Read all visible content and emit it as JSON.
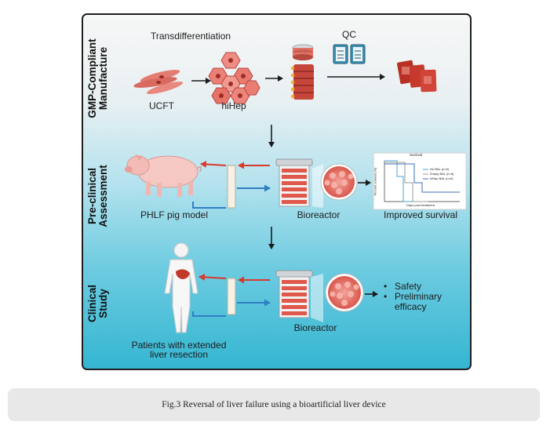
{
  "sections": {
    "manufacture": "GMP-Compliant\nManufacture",
    "preclinical": "Pre-clinical\nAssessment",
    "clinical": "Clinical\nStudy"
  },
  "labels": {
    "transdifferentiation": "Transdifferentiation",
    "qc": "QC",
    "ucft": "UCFT",
    "hihep": "hiHep",
    "pig_model": "PHLF pig model",
    "bioreactor_1": "Bioreactor",
    "improved_survival": "Improved survival",
    "bioreactor_2": "Bioreactor",
    "patients": "Patients with extended\nliver resection"
  },
  "survival_chart": {
    "title": "Survival",
    "legend": [
      "No BAL (n=6)",
      "Empty BAL (n=6)",
      "hiHep BAL (n=6)"
    ],
    "xlabel": "Days post treatment",
    "ylabel": "Percent survival (%)"
  },
  "outcomes": [
    "Safety",
    "Preliminary efficacy"
  ],
  "caption": "Fig.3 Reversal of liver failure using a bioartificial liver device",
  "colors": {
    "red_arrow": "#d93a2e",
    "blue_arrow": "#2f7fc4",
    "cell": "#e8796f",
    "organ": "#c0392b"
  }
}
